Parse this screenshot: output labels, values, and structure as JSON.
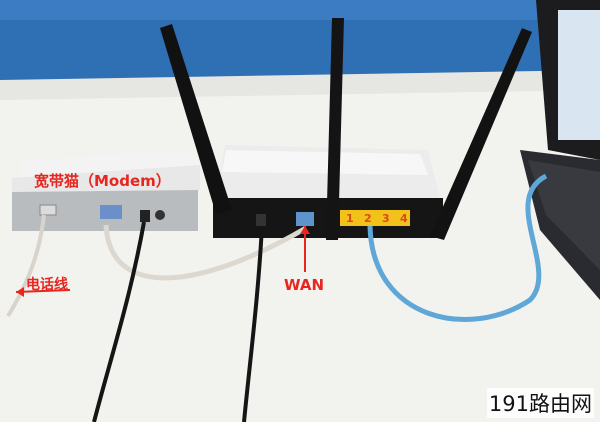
{
  "labels": {
    "modem": "宽带猫（Modem）",
    "phone_line": "电话线",
    "wan": "WAN"
  },
  "lan_ports": [
    "1",
    "2",
    "3",
    "4"
  ],
  "watermark": "191路由网",
  "colors": {
    "label_red": "#e8261f",
    "wall": "#2f6fb4",
    "desk": "#f2f2ef",
    "router_body": "#e9e9e9",
    "lan_port_yellow": "#f3c21a",
    "ethernet_blue": "#5fa7d6"
  }
}
